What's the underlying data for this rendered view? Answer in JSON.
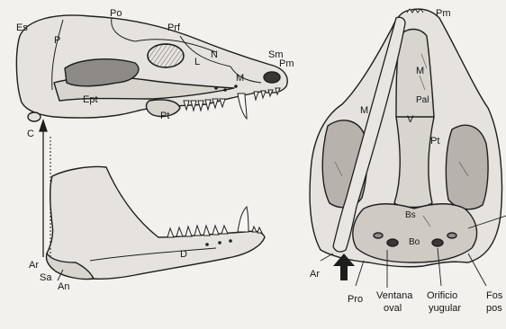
{
  "lateral_view": {
    "labels": {
      "es": "Es",
      "p": "P",
      "po": "Po",
      "prf": "Prf",
      "l": "L",
      "n": "N",
      "m": "M",
      "sm": "Sm",
      "pm": "Pm",
      "ept": "Ept",
      "pt": "Pt",
      "c": "C",
      "ar": "Ar",
      "sa": "Sa",
      "an": "An",
      "d": "D"
    }
  },
  "ventral_view": {
    "labels": {
      "pm": "Pm",
      "m_top": "M",
      "m_left": "M",
      "pal": "Pal",
      "v": "V",
      "pt": "Pt",
      "bs": "Bs",
      "bo": "Bo",
      "ar": "Ar",
      "pro": "Pro",
      "ventana_1": "Ventana",
      "ventana_2": "oval",
      "orificio_1": "Orificio",
      "orificio_2": "yugular",
      "fos_1": "Fos",
      "fos_2": "pos"
    }
  },
  "colors": {
    "line": "#1e1e1e",
    "bone": "#e6e3de",
    "shade": "#8e8a85",
    "dark": "#3a3734"
  }
}
